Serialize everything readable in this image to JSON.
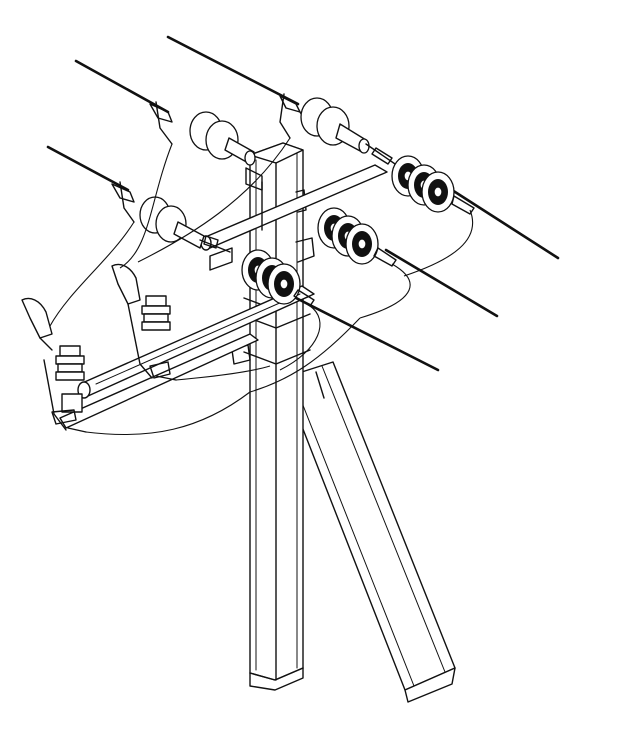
{
  "figure": {
    "subject": "pole-line-drawing",
    "colors": {
      "line": "#111111",
      "background": "#ffffff"
    },
    "conductors": 6,
    "suspension_insulator_strings": 3,
    "post_insulators": 3,
    "cutouts": 2
  }
}
